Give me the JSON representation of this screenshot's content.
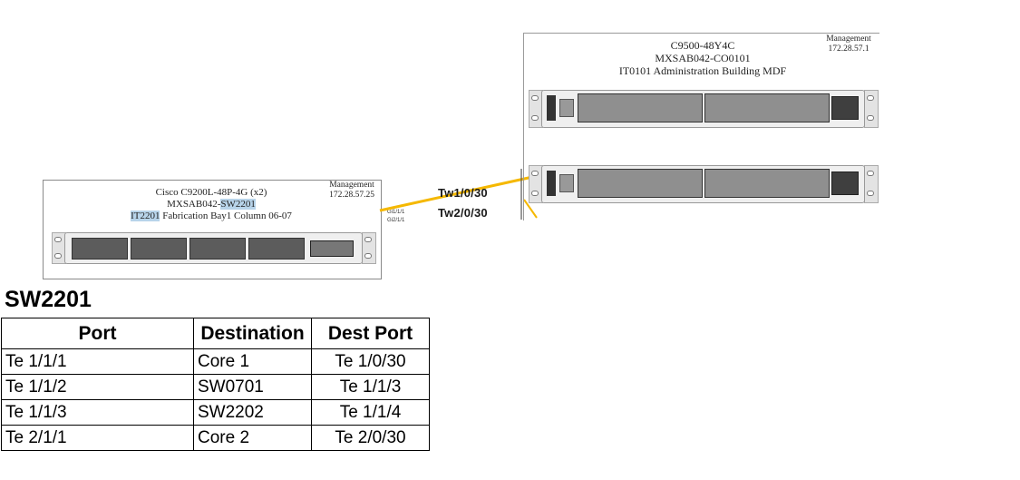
{
  "access_switch": {
    "model": "Cisco C9200L-48P-4G (x2)",
    "hostname_prefix": "MXSAB042-",
    "hostname_highlight": "SW2201",
    "location_highlight": "IT2201",
    "location_rest": " Fabrication Bay1 Column 06-07",
    "management_label": "Management",
    "management_ip": "172.28.57.25",
    "uplink_port_1": "Gi1/1/1",
    "uplink_port_2": "Gi2/1/1"
  },
  "core_switch": {
    "model": "C9500-48Y4C",
    "hostname": "MXSAB042-CO0101",
    "location": "IT0101 Administration Building MDF",
    "management_label": "Management",
    "management_ip": "172.28.57.1"
  },
  "links": {
    "label_1": "Tw1/0/30",
    "label_2": "Tw2/0/30",
    "color": "#f5b800"
  },
  "table": {
    "title": "SW2201",
    "headers": [
      "Port",
      "Destination",
      "Dest Port"
    ],
    "rows": [
      [
        "Te 1/1/1",
        "Core 1",
        "Te 1/0/30"
      ],
      [
        "Te 1/1/2",
        "SW0701",
        "Te 1/1/3"
      ],
      [
        "Te 1/1/3",
        "SW2202",
        "Te 1/1/4"
      ],
      [
        "Te 2/1/1",
        "Core 2",
        "Te 2/0/30"
      ]
    ]
  }
}
